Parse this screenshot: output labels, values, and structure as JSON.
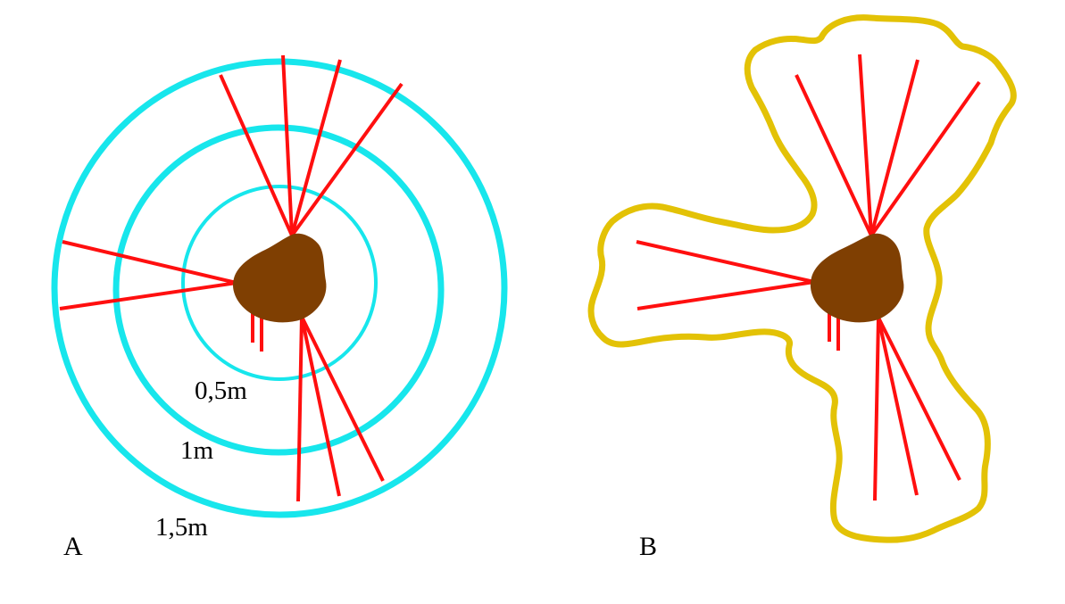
{
  "colors": {
    "ring": "#17e6ec",
    "root": "#ff0f0f",
    "stone": "#7f3f02",
    "outline": "#e3c206",
    "text": "#000000",
    "background": "#ffffff"
  },
  "panels": {
    "a": {
      "label": "A",
      "rings": [
        {
          "label": "0,5m"
        },
        {
          "label": "1m"
        },
        {
          "label": "1,5m"
        }
      ]
    },
    "b": {
      "label": "B"
    }
  }
}
